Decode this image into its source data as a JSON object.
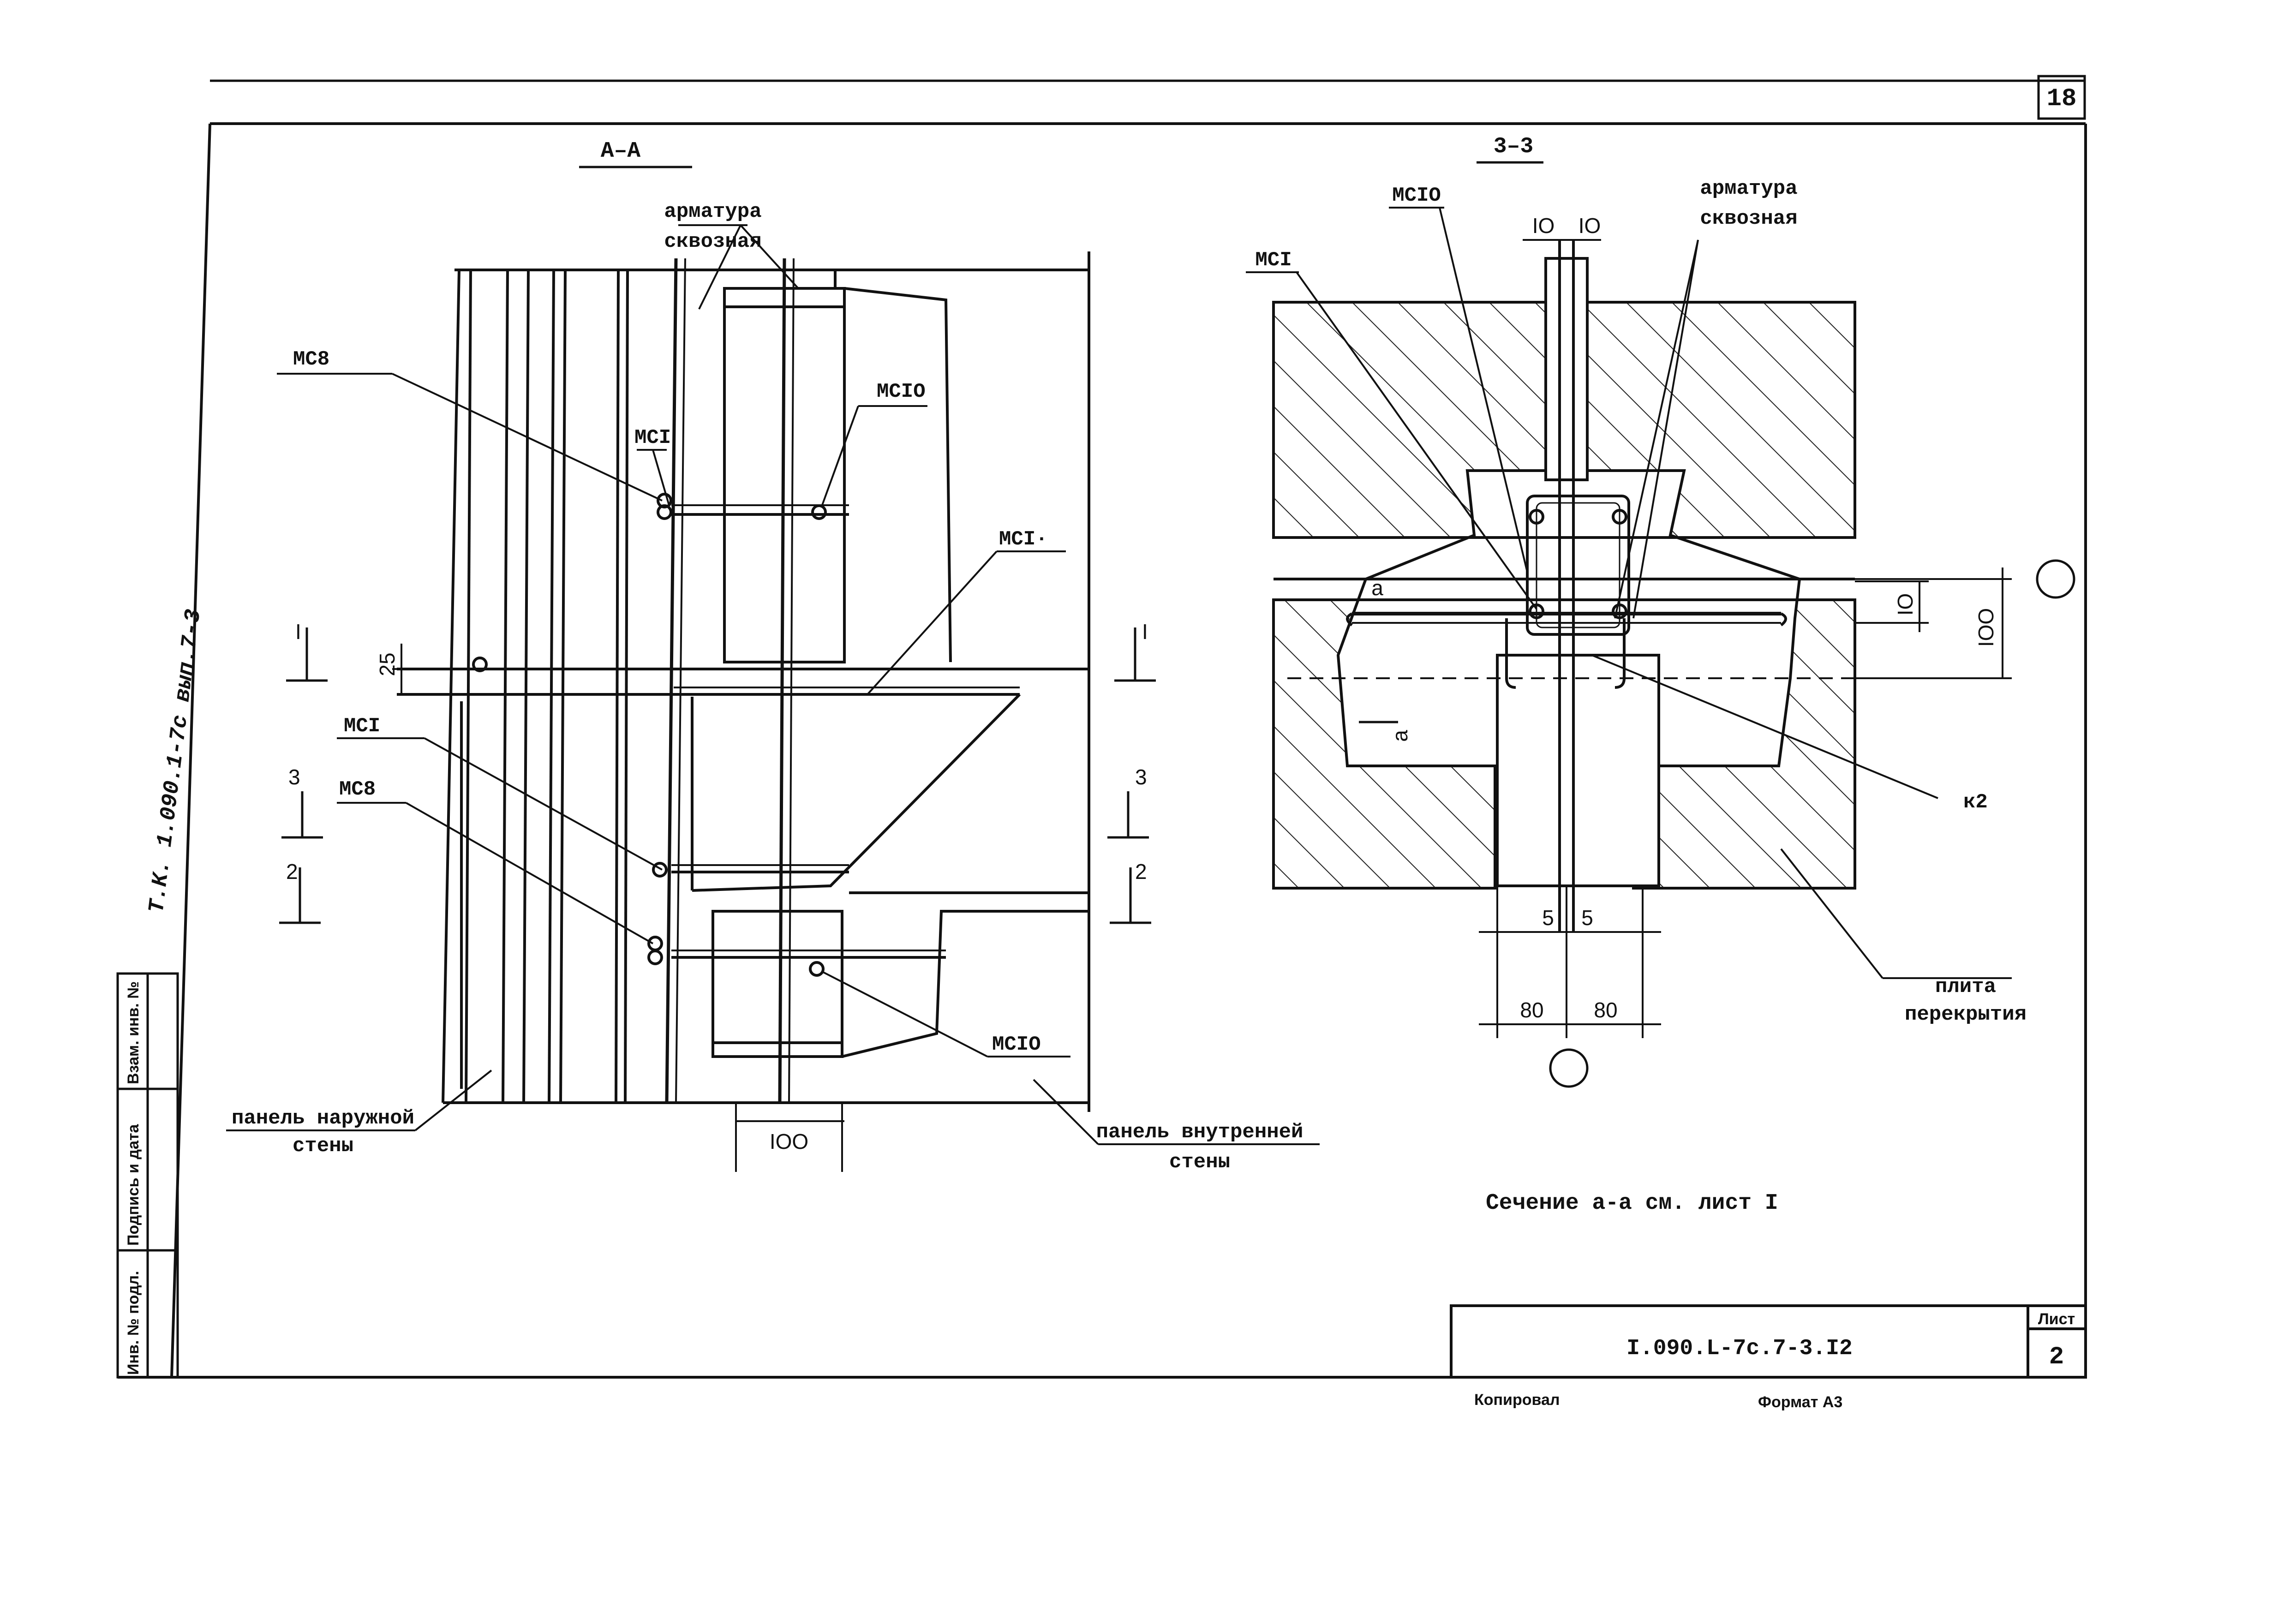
{
  "sheet": {
    "page_number": "18",
    "side_stamp": "Т.К. 1.090.1-7с вып.7-3",
    "doc_code": "I.090.L-7с.7-3.I2",
    "sheet_label": "Лист",
    "sheet_no": "2",
    "copied_label": "Копировал",
    "format_label": "Формат А3",
    "stamp_fields": [
      "Инв. № подл.",
      "Подпись и дата",
      "Взам. инв. №"
    ]
  },
  "section_aa": {
    "title": "А–А",
    "rebar_through_1": "арматура",
    "rebar_through_2": "сквозная",
    "mc8_top": "МС8",
    "mc1_top": "МСI",
    "mc10_top": "МСIO",
    "mc1_right": "МСI·",
    "mc1_mid": "МСI",
    "mc8_mid": "МС8",
    "mc10_bot": "МСIO",
    "dim_25": "25",
    "dim_100": "IOO",
    "outer_wall_1": "панель наружной",
    "outer_wall_2": "стены",
    "inner_wall_1": "панель внутренней",
    "inner_wall_2": "стены",
    "cut_1": "I",
    "cut_3": "3",
    "cut_2": "2"
  },
  "section_33": {
    "title": "3–3",
    "mc10": "МСIO",
    "mc1": "МСI",
    "rebar_through_1": "арматура",
    "rebar_through_2": "сквозная",
    "dim_10_left": "IO",
    "dim_10_right": "IO",
    "dim_10_side": "IO",
    "dim_100_side": "IOO",
    "mark_a": "a",
    "mark_k2": "к2",
    "dim_5_left": "5",
    "dim_5_right": "5",
    "dim_80_left": "80",
    "dim_80_right": "80",
    "slab_1": "плита",
    "slab_2": "перекрытия"
  },
  "note": "Сечение а-а см. лист I"
}
